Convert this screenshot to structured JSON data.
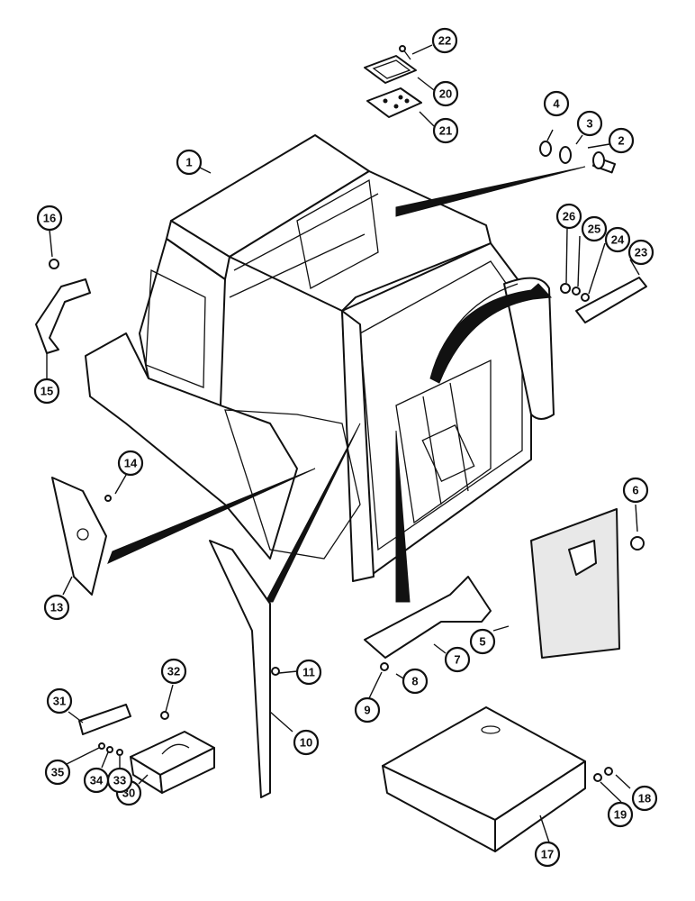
{
  "callouts": [
    {
      "id": "c1",
      "label": "1"
    },
    {
      "id": "c2",
      "label": "2"
    },
    {
      "id": "c3",
      "label": "3"
    },
    {
      "id": "c4",
      "label": "4"
    },
    {
      "id": "c5",
      "label": "5"
    },
    {
      "id": "c6",
      "label": "6"
    },
    {
      "id": "c7",
      "label": "7"
    },
    {
      "id": "c8",
      "label": "8"
    },
    {
      "id": "c9",
      "label": "9"
    },
    {
      "id": "c10",
      "label": "10"
    },
    {
      "id": "c11",
      "label": "11"
    },
    {
      "id": "c13",
      "label": "13"
    },
    {
      "id": "c14",
      "label": "14"
    },
    {
      "id": "c15",
      "label": "15"
    },
    {
      "id": "c16",
      "label": "16"
    },
    {
      "id": "c17",
      "label": "17"
    },
    {
      "id": "c18",
      "label": "18"
    },
    {
      "id": "c19",
      "label": "19"
    },
    {
      "id": "c20",
      "label": "20"
    },
    {
      "id": "c21",
      "label": "21"
    },
    {
      "id": "c22",
      "label": "22"
    },
    {
      "id": "c23",
      "label": "23"
    },
    {
      "id": "c24",
      "label": "24"
    },
    {
      "id": "c25",
      "label": "25"
    },
    {
      "id": "c26",
      "label": "26"
    },
    {
      "id": "c30",
      "label": "30"
    },
    {
      "id": "c31",
      "label": "31"
    },
    {
      "id": "c32",
      "label": "32"
    },
    {
      "id": "c33",
      "label": "33"
    },
    {
      "id": "c34",
      "label": "34"
    },
    {
      "id": "c35",
      "label": "35"
    }
  ]
}
